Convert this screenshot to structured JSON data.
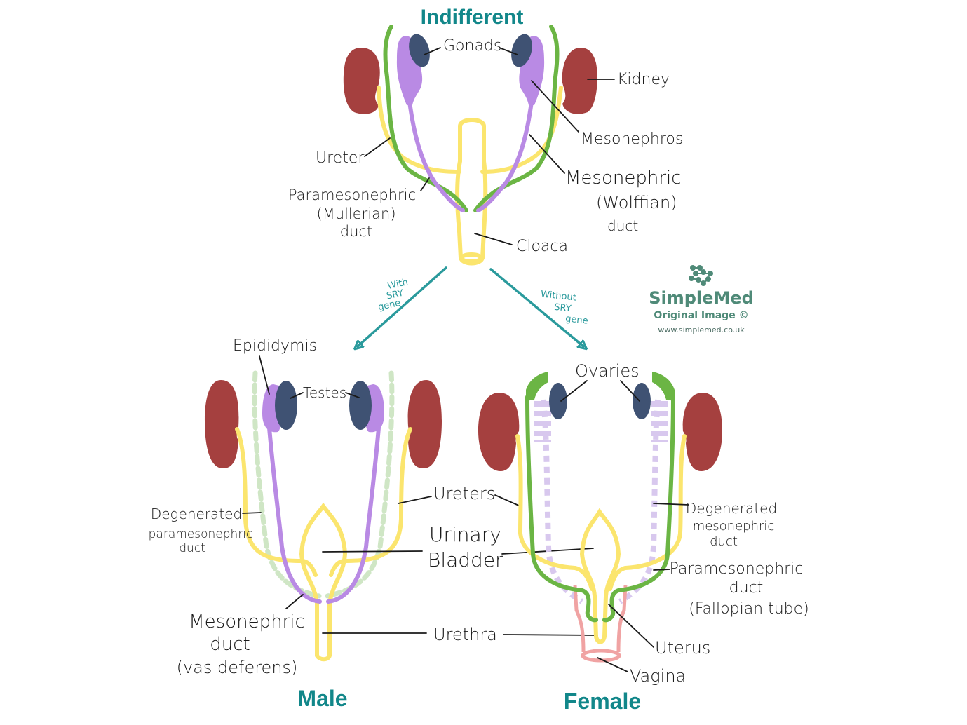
{
  "colors": {
    "kidney": "#a5403f",
    "gonad": "#3f5273",
    "mesonephros": "#b98ae4",
    "paramesonephric": "#6bb544",
    "ureter": "#fbe56e",
    "vagina": "#f0a3a3",
    "title": "#12878a",
    "arrow": "#2a9a9c",
    "degenerated_green": "#cfe6c5",
    "degenerated_purple": "#d8c8ee",
    "brand": "#4f8a78"
  },
  "titles": {
    "indifferent": "Indifferent",
    "male": "Male",
    "female": "Female"
  },
  "indifferent_labels": {
    "gonads": "Gonads",
    "kidney": "Kidney",
    "mesonephros": "Mesonephros",
    "ureter": "Ureter",
    "paramesonephric": [
      "Paramesonephric",
      "(Mullerian)",
      "duct"
    ],
    "mesonephric": [
      "Mesonephric",
      "(Wolffian)",
      "duct"
    ],
    "cloaca": "Cloaca"
  },
  "arrows": {
    "with_sry": [
      "With",
      "SRY",
      "gene"
    ],
    "without_sry": [
      "Without",
      "SRY",
      "gene"
    ]
  },
  "watermark": {
    "brand": "SimpleMed",
    "subtitle": "Original Image ©",
    "url": "www.simplemed.co.uk"
  },
  "male_labels": {
    "epididymis": "Epididymis",
    "testes": "Testes",
    "degenerated_paramesonephric": [
      "Degenerated",
      "paramesonephric",
      "duct"
    ],
    "mesonephric": [
      "Mesonephric",
      "duct",
      "(vas deferens)"
    ]
  },
  "shared_labels": {
    "ureters": "Ureters",
    "urinary_bladder": [
      "Urinary",
      "Bladder"
    ],
    "urethra": "Urethra"
  },
  "female_labels": {
    "ovaries": "Ovaries",
    "degenerated_mesonephric": [
      "Degenerated",
      "mesonephric",
      "duct"
    ],
    "paramesonephric": [
      "Paramesonephric",
      "duct",
      "(Fallopian tube)"
    ],
    "uterus": "Uterus",
    "vagina": "Vagina"
  }
}
